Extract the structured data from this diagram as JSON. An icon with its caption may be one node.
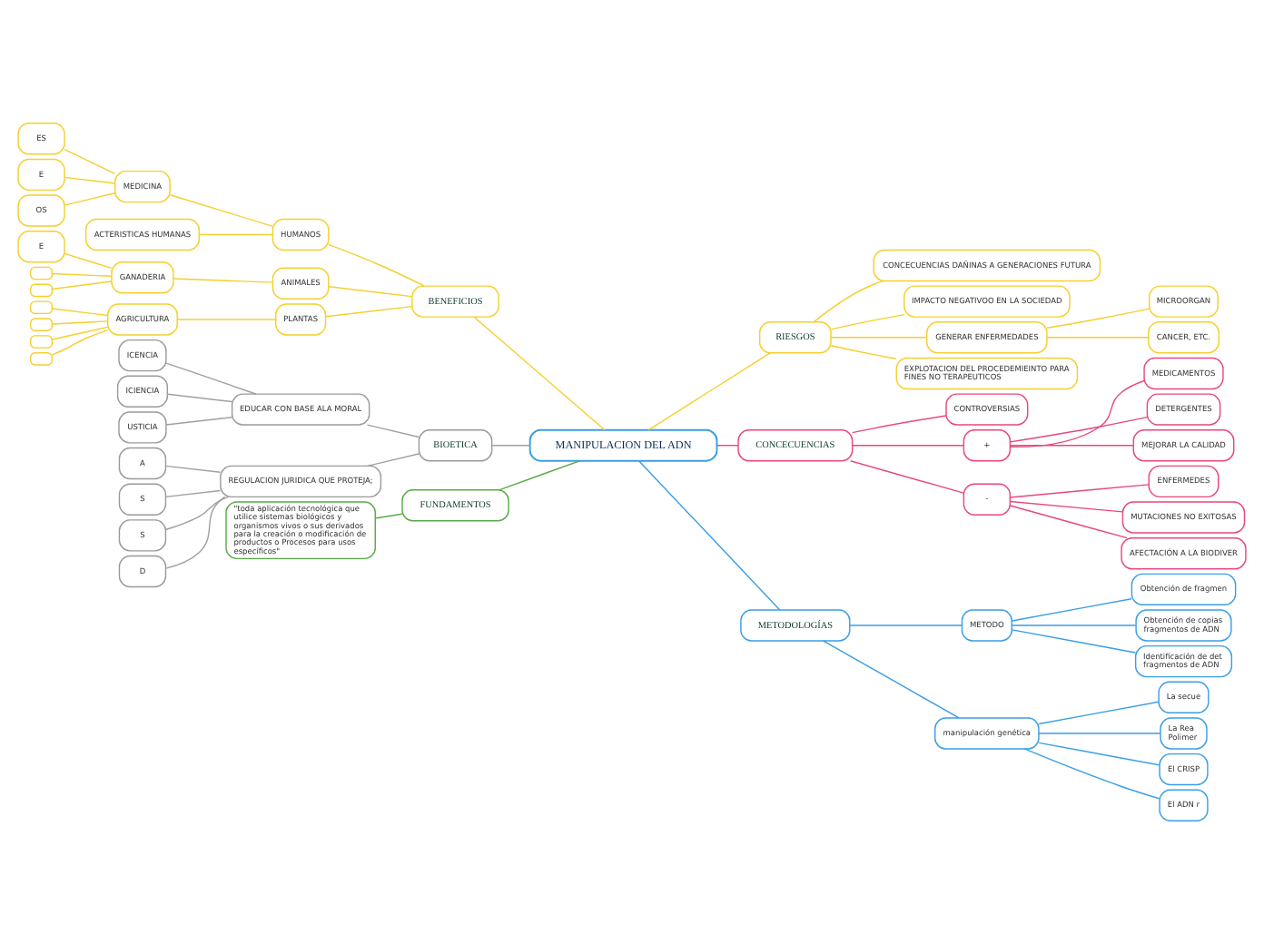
{
  "diagram": {
    "nodes": [
      {
        "text": [
          "MANIPULACION DEL ADN"
        ]
      },
      {
        "text": [
          "BENEFICIOS"
        ]
      },
      {
        "text": [
          "HUMANOS"
        ]
      },
      {
        "text": [
          "MEDICINA"
        ]
      },
      {
        "text": [
          "ES"
        ]
      },
      {
        "text": [
          "E"
        ]
      },
      {
        "text": [
          "OS"
        ]
      },
      {
        "text": [
          "ACTERISTICAS HUMANAS"
        ]
      },
      {
        "text": [
          "ANIMALES"
        ]
      },
      {
        "text": [
          "GANADERIA"
        ]
      },
      {
        "text": [
          "E"
        ]
      },
      {
        "text": [],
        "shape": "box"
      },
      {
        "text": [],
        "shape": "box"
      },
      {
        "text": [
          "PLANTAS"
        ]
      },
      {
        "text": [
          "AGRICULTURA"
        ]
      },
      {
        "text": [],
        "shape": "box"
      },
      {
        "text": [],
        "shape": "box"
      },
      {
        "text": [],
        "shape": "box"
      },
      {
        "text": [],
        "shape": "box"
      },
      {
        "text": [
          "BIOETICA"
        ]
      },
      {
        "text": [
          "EDUCAR CON BASE ALA MORAL"
        ]
      },
      {
        "text": [
          "ICENCIA"
        ]
      },
      {
        "text": [
          "ICIENCIA"
        ]
      },
      {
        "text": [
          "USTICIA"
        ]
      },
      {
        "text": [
          "REGULACION JURIDICA QUE PROTEJA;"
        ]
      },
      {
        "text": [
          "A"
        ]
      },
      {
        "text": [
          "S"
        ]
      },
      {
        "text": [
          "S"
        ]
      },
      {
        "text": [
          "D"
        ]
      },
      {
        "text": [
          "FUNDAMENTOS"
        ]
      },
      {
        "text": [
          "\"toda aplicación tecnológica que utilice sistemas biológicos y organismos vivos o sus derivados para la creación o modificación de productos o Procesos para usos específicos\""
        ]
      },
      {
        "text": [
          "RIESGOS"
        ]
      },
      {
        "text": [
          "CONCECUENCIAS DAÑINAS A GENERACIONES FUTURA"
        ]
      },
      {
        "text": [
          "IMPACTO NEGATIVOO EN LA SOCIEDAD"
        ]
      },
      {
        "text": [
          "GENERAR ENFERMEDADES"
        ]
      },
      {
        "text": [
          "MICROORGAN"
        ]
      },
      {
        "text": [
          "CANCER, ETC."
        ]
      },
      {
        "text": [
          "EXPLOTACION DEL PROCEDEMIEINTO PARA FINES NO TERAPEUTICOS"
        ]
      },
      {
        "text": [
          "CONCECUENCIAS"
        ]
      },
      {
        "text": [
          "CONTROVERSIAS"
        ]
      },
      {
        "text": [
          "+"
        ]
      },
      {
        "text": [
          "MEDICAMENTOS"
        ]
      },
      {
        "text": [
          "DETERGENTES"
        ]
      },
      {
        "text": [
          "MEJORAR LA CALIDAD"
        ]
      },
      {
        "text": [
          "-"
        ]
      },
      {
        "text": [
          "ENFERMEDES"
        ]
      },
      {
        "text": [
          "MUTACIONES NO EXITOSAS"
        ]
      },
      {
        "text": [
          "AFECTACIÓN A LA BIODIVER"
        ]
      },
      {
        "text": [
          "METODOLOGÍAS"
        ]
      },
      {
        "text": [
          "METODO"
        ]
      },
      {
        "text": [
          "Obtención de fragmen"
        ]
      },
      {
        "text": [
          "Obtención de copias fragmentos de ADN"
        ]
      },
      {
        "text": [
          "Identificación de det fragmentos de ADN"
        ]
      },
      {
        "text": [
          "manipulación genética"
        ]
      },
      {
        "text": [
          "La secue"
        ]
      },
      {
        "text": [
          "La Rea Polimer"
        ]
      },
      {
        "text": [
          "El CRISP"
        ]
      },
      {
        "text": [
          "El ADN r"
        ]
      }
    ],
    "edges": [
      {
        "from": 0,
        "to": 1,
        "arrow": "none"
      },
      {
        "from": 1,
        "to": 2,
        "arrow": "none"
      },
      {
        "from": 2,
        "to": 3,
        "arrow": "none"
      },
      {
        "from": 3,
        "to": 4,
        "arrow": "none"
      },
      {
        "from": 3,
        "to": 5,
        "arrow": "none"
      },
      {
        "from": 3,
        "to": 6,
        "arrow": "none"
      },
      {
        "from": 2,
        "to": 7,
        "arrow": "none"
      },
      {
        "from": 1,
        "to": 8,
        "arrow": "none"
      },
      {
        "from": 8,
        "to": 9,
        "arrow": "none"
      },
      {
        "from": 9,
        "to": 10,
        "arrow": "none"
      },
      {
        "from": 9,
        "to": 11,
        "arrow": "none"
      },
      {
        "from": 9,
        "to": 12,
        "arrow": "none"
      },
      {
        "from": 1,
        "to": 13,
        "arrow": "none"
      },
      {
        "from": 13,
        "to": 14,
        "arrow": "none"
      },
      {
        "from": 14,
        "to": 15,
        "arrow": "none"
      },
      {
        "from": 14,
        "to": 16,
        "arrow": "none"
      },
      {
        "from": 14,
        "to": 17,
        "arrow": "none"
      },
      {
        "from": 14,
        "to": 18,
        "arrow": "none"
      },
      {
        "from": 0,
        "to": 19,
        "arrow": "none",
        "color": "#a0a0a0"
      },
      {
        "from": 19,
        "to": 20,
        "arrow": "none",
        "color": "#a0a0a0"
      },
      {
        "from": 20,
        "to": 21,
        "arrow": "none",
        "color": "#a0a0a0"
      },
      {
        "from": 20,
        "to": 22,
        "arrow": "none",
        "color": "#a0a0a0"
      },
      {
        "from": 20,
        "to": 23,
        "arrow": "none",
        "color": "#a0a0a0"
      },
      {
        "from": 19,
        "to": 24,
        "arrow": "none",
        "color": "#a0a0a0"
      },
      {
        "from": 24,
        "to": 25,
        "arrow": "none",
        "color": "#a0a0a0"
      },
      {
        "from": 24,
        "to": 26,
        "arrow": "none",
        "color": "#a0a0a0"
      },
      {
        "from": 24,
        "to": 27,
        "arrow": "none",
        "color": "#a0a0a0"
      },
      {
        "from": 24,
        "to": 28,
        "arrow": "none",
        "color": "#a0a0a0"
      },
      {
        "from": 0,
        "to": 29,
        "arrow": "none",
        "color": "#5aaa46"
      },
      {
        "from": 29,
        "to": 30,
        "arrow": "none",
        "color": "#5aaa46"
      },
      {
        "from": 0,
        "to": 31,
        "arrow": "none"
      },
      {
        "from": 31,
        "to": 32,
        "arrow": "none"
      },
      {
        "from": 31,
        "to": 33,
        "arrow": "none"
      },
      {
        "from": 31,
        "to": 34,
        "arrow": "none"
      },
      {
        "from": 34,
        "to": 35,
        "arrow": "none"
      },
      {
        "from": 34,
        "to": 36,
        "arrow": "none"
      },
      {
        "from": 31,
        "to": 37,
        "arrow": "none"
      },
      {
        "from": 0,
        "to": 38,
        "arrow": "none",
        "color": "#e8477f"
      },
      {
        "from": 38,
        "to": 39,
        "arrow": "none",
        "color": "#e8477f"
      },
      {
        "from": 38,
        "to": 40,
        "arrow": "none",
        "color": "#e8477f"
      },
      {
        "from": 40,
        "to": 41,
        "arrow": "none",
        "color": "#e8477f"
      },
      {
        "from": 40,
        "to": 42,
        "arrow": "none",
        "color": "#e8477f"
      },
      {
        "from": 40,
        "to": 43,
        "arrow": "none",
        "color": "#e8477f"
      },
      {
        "from": 38,
        "to": 44,
        "arrow": "none",
        "color": "#e8477f"
      },
      {
        "from": 44,
        "to": 45,
        "arrow": "none",
        "color": "#e8477f"
      },
      {
        "from": 44,
        "to": 46,
        "arrow": "none",
        "color": "#e8477f"
      },
      {
        "from": 44,
        "to": 47,
        "arrow": "none",
        "color": "#e8477f"
      },
      {
        "from": 0,
        "to": 48,
        "arrow": "none",
        "color": "#3a9ee4"
      },
      {
        "from": 48,
        "to": 49,
        "arrow": "none",
        "color": "#3a9ee4"
      },
      {
        "from": 49,
        "to": 50,
        "arrow": "none",
        "color": "#3a9ee4"
      },
      {
        "from": 49,
        "to": 51,
        "arrow": "none",
        "color": "#3a9ee4"
      },
      {
        "from": 49,
        "to": 52,
        "arrow": "none",
        "color": "#3a9ee4"
      },
      {
        "from": 48,
        "to": 53,
        "arrow": "none",
        "color": "#3a9ee4"
      },
      {
        "from": 53,
        "to": 54,
        "arrow": "none",
        "color": "#3a9ee4"
      },
      {
        "from": 53,
        "to": 55,
        "arrow": "none",
        "color": "#3a9ee4"
      },
      {
        "from": 53,
        "to": 56,
        "arrow": "none",
        "color": "#3a9ee4"
      },
      {
        "from": 53,
        "to": 57,
        "arrow": "none",
        "color": "#3a9ee4"
      }
    ]
  }
}
